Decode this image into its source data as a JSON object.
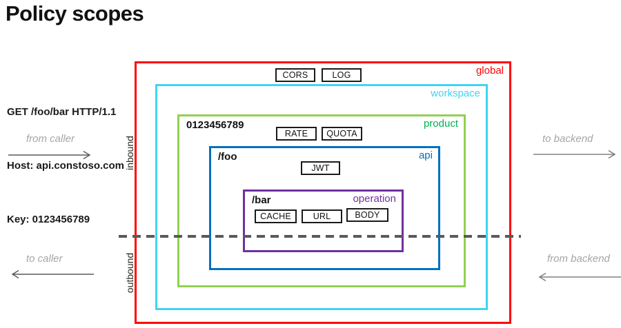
{
  "title": "Policy scopes",
  "request": {
    "lines": [
      "GET /foo/bar HTTP/1.1",
      "Host: api.constoso.com",
      "Key: 0123456789"
    ]
  },
  "flow": {
    "inbound": "inbound",
    "outbound": "outbound",
    "from_caller": "from caller",
    "to_caller": "to caller",
    "to_backend": "to backend",
    "from_backend": "from backend"
  },
  "scopes": {
    "global": {
      "label": "global",
      "color": "#ff0000"
    },
    "workspace": {
      "label": "workspace",
      "color": "#3fd4f4"
    },
    "product": {
      "label": "product",
      "annotation": "0123456789",
      "border_color": "#92d050",
      "label_color": "#00b050"
    },
    "api": {
      "label": "api",
      "annotation": "/foo",
      "color": "#0070c0"
    },
    "operation": {
      "label": "operation",
      "annotation": "/bar",
      "color": "#7030a0"
    }
  },
  "chips": {
    "cors": "CORS",
    "log": "LOG",
    "rate": "RATE",
    "quota": "QUOTA",
    "jwt": "JWT",
    "cache": "CACHE",
    "url": "URL",
    "body": "BODY"
  },
  "colors": {
    "dashed_separator": "#595959",
    "flow_label_gray": "#a6a6a6",
    "chip_border": "#1a1a1a"
  }
}
